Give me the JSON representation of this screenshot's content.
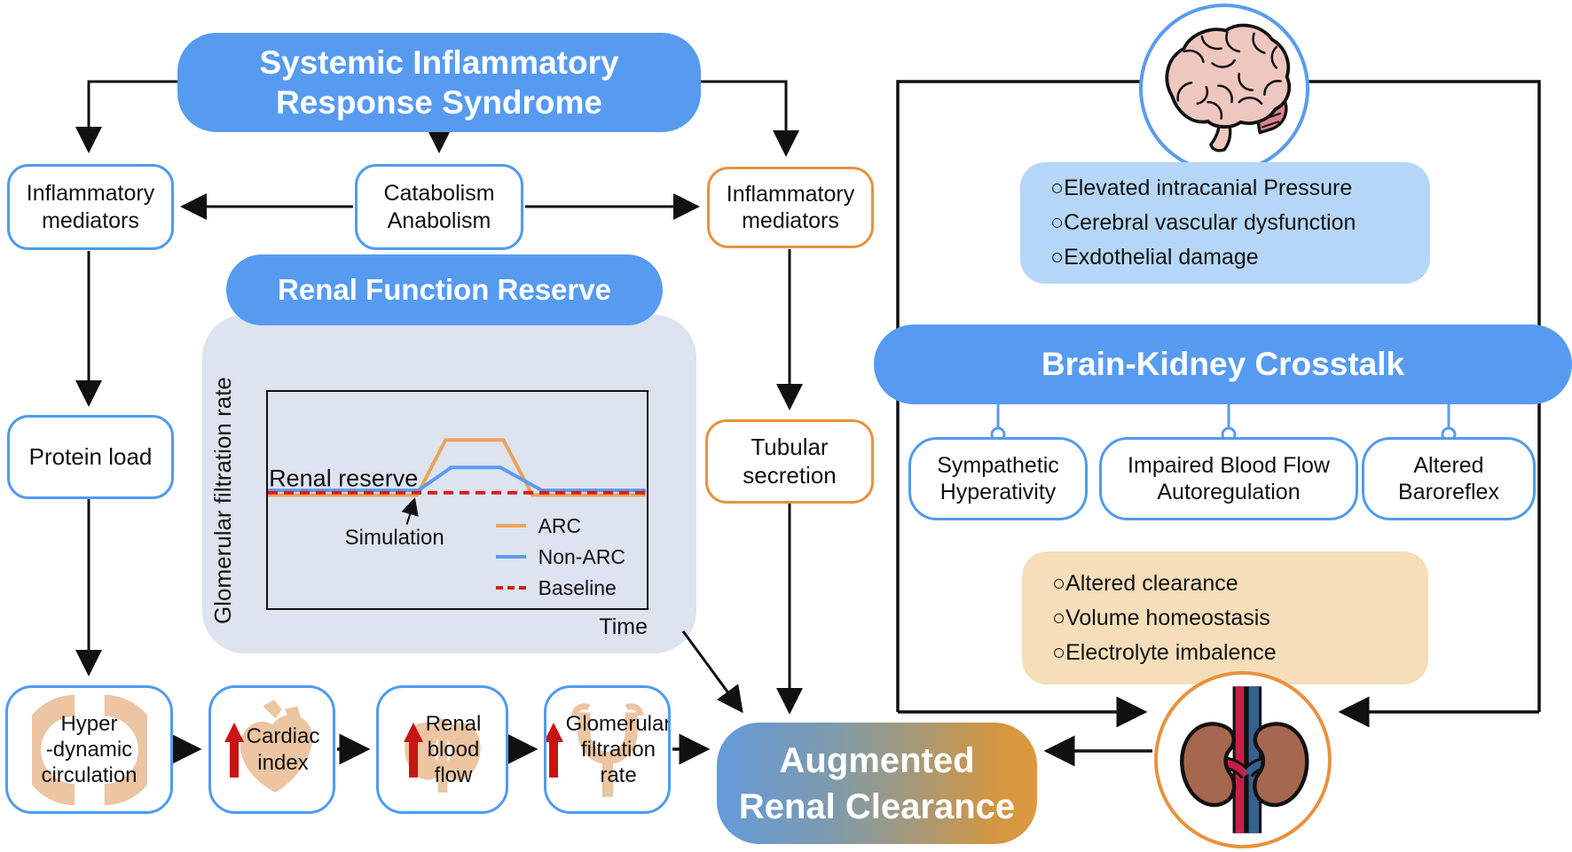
{
  "colors": {
    "header_blue": "#579bf0",
    "box_border_blue": "#4f9bf0",
    "box_border_orange": "#e8923d",
    "panel_bg": "#dde3ef",
    "info_blue_bg": "#b5d7f7",
    "info_tan_bg": "#f6debb",
    "arc_gradient_left": "#649bda",
    "arc_gradient_right": "#dc9a41",
    "red_arrow": "#c81414",
    "organ_fill": "#ecc5a2",
    "arrow_black": "#111111"
  },
  "nodes": {
    "sirs": "Systemic Inflammatory\nResponse Syndrome",
    "inflammatory_mediators_left": "Inflammatory\nmediators",
    "catabolism_anabolism": "Catabolism\nAnabolism",
    "inflammatory_mediators_right": "Inflammatory\nmediators",
    "protein_load": "Protein load",
    "tubular_secretion": "Tubular\nsecretion",
    "hyperdynamic_circulation": "Hyper\n-dynamic\ncirculation",
    "cardiac_index": "Cardiac\nindex",
    "renal_blood_flow": "Renal\nblood\nflow",
    "glomerular_filtration_rate": "Glomerular\nfiltration\nrate",
    "augmented_renal_clearance": "Augmented\nRenal Clearance",
    "brain_kidney_crosstalk": "Brain-Kidney Crosstalk",
    "sympathetic_hyperativity": "Sympathetic\nHyperativity",
    "impaired_blood_flow_autoregulation": "Impaired Blood Flow\nAutoregulation",
    "altered_baroreflex": "Altered\nBaroreflex"
  },
  "brain_effects": [
    "○Elevated intracanial Pressure",
    "○Cerebral vascular dysfunction",
    "○Exdothelial damage"
  ],
  "kidney_effects": [
    "○Altered clearance",
    "○Volume homeostasis",
    "○Electrolyte imbalence"
  ],
  "chart_data": {
    "type": "line",
    "title": "Renal Function Reserve",
    "xlabel": "Time",
    "ylabel": "Glomerular filtration rate",
    "xlim": [
      0,
      10
    ],
    "ylim": [
      0,
      188
    ],
    "grid": false,
    "axis_ticks": false,
    "legend_position": "lower right",
    "annotations": [
      {
        "text": "Renal reserve",
        "x": 2.0,
        "y": 112
      },
      {
        "text": "Simulation",
        "x": 3.35,
        "y": 60,
        "arrow_to": [
          3.95,
          100
        ]
      }
    ],
    "series": [
      {
        "name": "ARC",
        "color": "#eda35a",
        "style": "solid",
        "x": [
          0,
          3.95,
          4.7,
          6.23,
          7.0,
          10
        ],
        "y": [
          98,
          98,
          146,
          146,
          98,
          98
        ]
      },
      {
        "name": "Non-ARC",
        "color": "#5b9bf0",
        "style": "solid",
        "x": [
          0,
          3.98,
          4.85,
          6.15,
          7.25,
          10
        ],
        "y": [
          102,
          102,
          122,
          122,
          102,
          102
        ]
      },
      {
        "name": "Baseline",
        "color": "#d42020",
        "style": "dashed",
        "x": [
          0,
          10
        ],
        "y": [
          100,
          100
        ]
      }
    ]
  }
}
